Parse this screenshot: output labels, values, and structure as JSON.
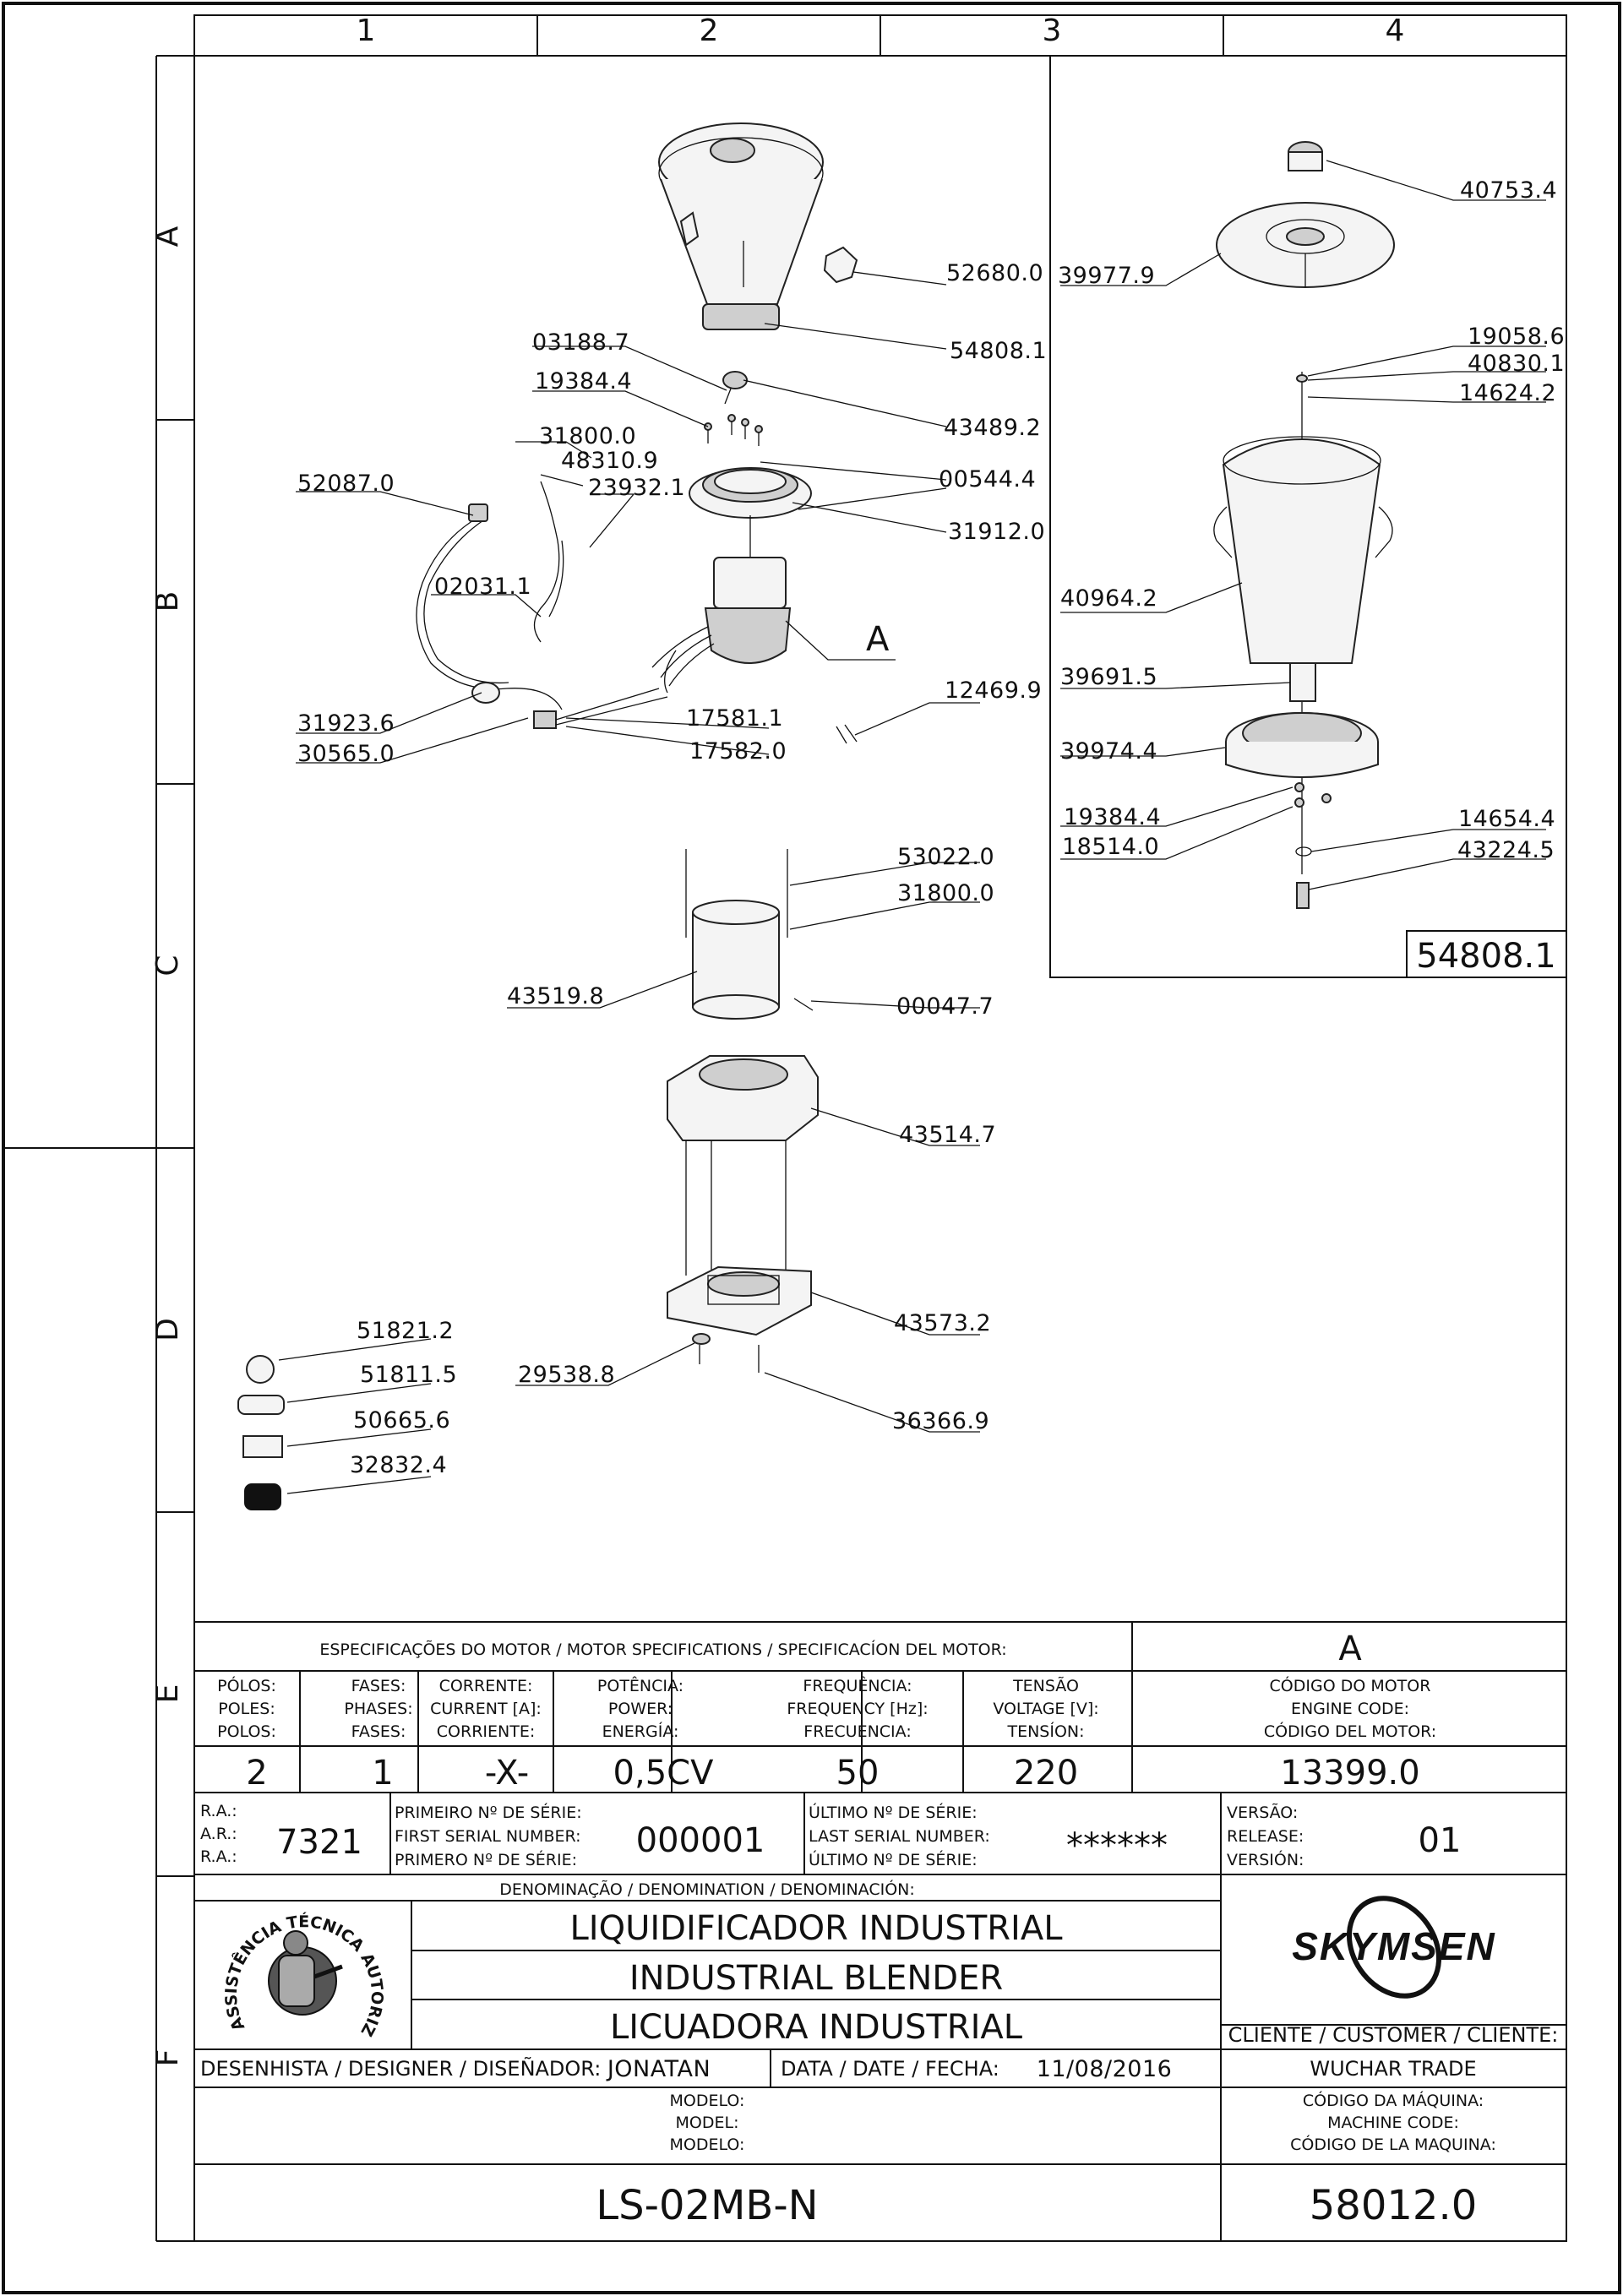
{
  "grid": {
    "columns": [
      "1",
      "2",
      "3",
      "4"
    ],
    "rows": [
      "A",
      "B",
      "C",
      "D",
      "E",
      "F"
    ]
  },
  "callouts": {
    "c52680": "52680.0",
    "c54808": "54808.1",
    "c03188": "03188.7",
    "c19384a": "19384.4",
    "c43489": "43489.2",
    "c31800a": "31800.0",
    "c48310": "48310.9",
    "c23932": "23932.1",
    "c00544": "00544.4",
    "c52087": "52087.0",
    "c31912": "31912.0",
    "c02031": "02031.1",
    "cA": "A",
    "c12469": "12469.9",
    "c31923": "31923.6",
    "c17581": "17581.1",
    "c30565": "30565.0",
    "c17582": "17582.0",
    "c53022": "53022.0",
    "c31800b": "31800.0",
    "c43519": "43519.8",
    "c00047": "00047.7",
    "c43514": "43514.7",
    "c51821": "51821.2",
    "c43573": "43573.2",
    "c51811": "51811.5",
    "c29538": "29538.8",
    "c50665": "50665.6",
    "c36366": "36366.9",
    "c32832": "32832.4"
  },
  "detail": {
    "c40753": "40753.4",
    "c39977": "39977.9",
    "c19058": "19058.6",
    "c40830": "40830.1",
    "c14624": "14624.2",
    "c40964": "40964.2",
    "c39691": "39691.5",
    "c39974": "39974.4",
    "c19384b": "19384.4",
    "c14654": "14654.4",
    "c18514": "18514.0",
    "c43224": "43224.5",
    "code": "54808.1"
  },
  "motor_specs": {
    "title": "ESPECIFICAÇÕES DO MOTOR / MOTOR SPECIFICATIONS / SPECIFICACÍON DEL MOTOR:",
    "variant": "A",
    "headers": [
      [
        "PÓLOS:",
        "POLES:",
        "POLOS:"
      ],
      [
        "FASES:",
        "PHASES:",
        "FASES:"
      ],
      [
        "CORRENTE:",
        "CURRENT [A]:",
        "CORRIENTE:"
      ],
      [
        "POTÊNCIA:",
        "POWER:",
        "ENERGÍA:"
      ],
      [
        "FREQUÊNCIA:",
        "FREQUENCY [Hz]:",
        "FRECUENCIA:"
      ],
      [
        "TENSÃO",
        "VOLTAGE [V]:",
        "TENSÍON:"
      ],
      [
        "CÓDIGO DO MOTOR",
        "ENGINE CODE:",
        "CÓDIGO DEL MOTOR:"
      ]
    ],
    "values": [
      "2",
      "1",
      "-X-",
      "0,5CV",
      "50",
      "220",
      "13399.0"
    ]
  },
  "serial": {
    "ra_labels": [
      "R.A.:",
      "A.R.:",
      "R.A.:"
    ],
    "ra_value": "7321",
    "first_labels": [
      "PRIMEIRO Nº DE SÉRIE:",
      "FIRST SERIAL NUMBER:",
      "PRIMERO Nº DE SÉRIE:"
    ],
    "first_value": "000001",
    "last_labels": [
      "ÚLTIMO Nº DE SÉRIE:",
      "LAST SERIAL NUMBER:",
      "ÚLTIMO Nº DE SÉRIE:"
    ],
    "last_value": "******",
    "version_labels": [
      "VERSÃO:",
      "RELEASE:",
      "VERSIÓN:"
    ],
    "version_value": "01"
  },
  "denomination": {
    "label": "DENOMINAÇÃO / DENOMINATION / DENOMINACIÓN:",
    "lines": [
      "LIQUIDIFICADOR INDUSTRIAL",
      "INDUSTRIAL BLENDER",
      "LICUADORA INDUSTRIAL"
    ]
  },
  "stamp": {
    "text": "ASSISTÊNCIA TÉCNICA AUTORIZADA"
  },
  "brand": {
    "name": "SKYMSEN"
  },
  "customer": {
    "label": "CLIENTE / CUSTOMER / CLIENTE:",
    "value": "WUCHAR TRADE"
  },
  "designer": {
    "label": "DESENHISTA / DESIGNER / DISEÑADOR:",
    "value": "JONATAN"
  },
  "date": {
    "label": "DATA / DATE / FECHA:",
    "value": "11/08/2016"
  },
  "model": {
    "labels": [
      "MODELO:",
      "MODEL:",
      "MODELO:"
    ],
    "value": "LS-02MB-N"
  },
  "machine_code": {
    "labels": [
      "CÓDIGO DA MÁQUINA:",
      "MACHINE CODE:",
      "CÓDIGO DE LA MAQUINA:"
    ],
    "value": "58012.0"
  },
  "colors": {
    "ink": "#111111",
    "paper": "#ffffff",
    "part_fill": "#f4f4f4",
    "part_shade": "#cfcfcf"
  }
}
